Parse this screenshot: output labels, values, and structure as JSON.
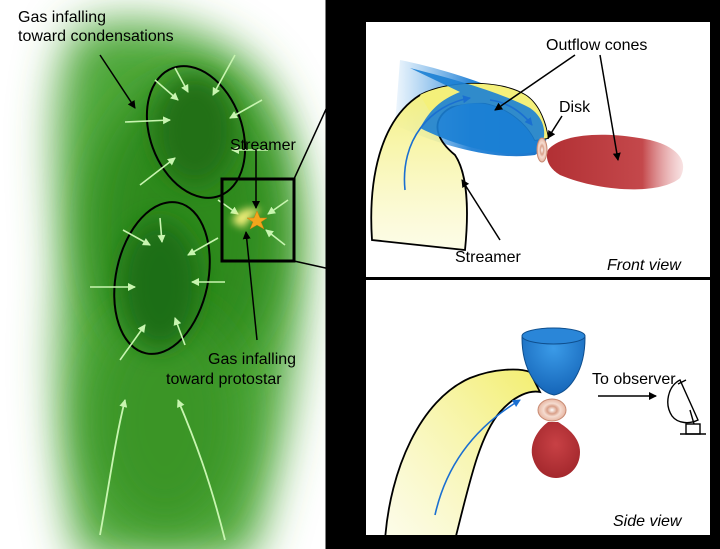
{
  "left_panel": {
    "label_gas_condensations_line1": "Gas infalling",
    "label_gas_condensations_line2": "toward condensations",
    "label_streamer": "Streamer",
    "label_gas_protostar_line1": "Gas infalling",
    "label_gas_protostar_line2": "toward protostar"
  },
  "front_view": {
    "label_outflow": "Outflow cones",
    "label_disk": "Disk",
    "label_streamer": "Streamer",
    "caption": "Front view"
  },
  "side_view": {
    "label_observer": "To observer",
    "caption": "Side view"
  },
  "colors": {
    "gas_green": "#2f8a1e",
    "blue_cone": "#1b7fd4",
    "red_cone": "#b83236",
    "streamer_yellow": "#f6f38a"
  }
}
